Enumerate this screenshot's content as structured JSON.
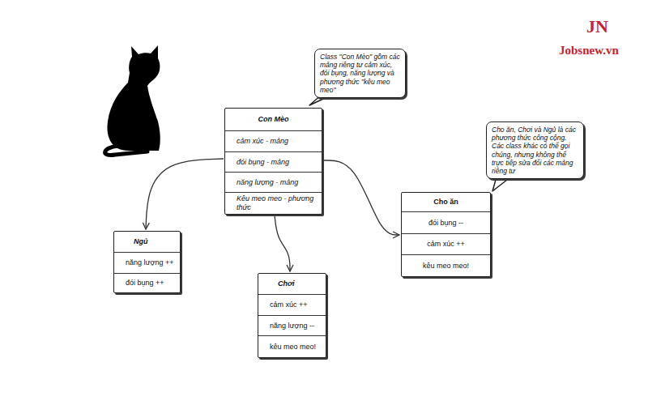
{
  "diagram": {
    "nodes": [
      {
        "text": [
          "Class \"Con Mèo\" gồm các mảng riêng tư cảm xúc, đói bụng, năng lượng và phương thức \"kêu meo meo\""
        ]
      },
      {
        "text": [
          "Con Mèo",
          "cảm xúc - mảng",
          "đói bụng - mảng",
          "năng lượng - mảng",
          "Kêu meo meo - phương thức"
        ]
      },
      {
        "text": [
          "Cho ăn, Chơi và Ngủ là các phương thức công cộng. Các class khác có thể gọi chúng, nhưng không thể trực tiếp sửa đổi các mảng riêng tư"
        ]
      },
      {
        "text": [
          "Cho ăn",
          "đói bụng --",
          "cảm xúc ++",
          "kêu meo meo!"
        ]
      },
      {
        "text": [
          "Ngủ",
          "năng lượng ++",
          "đói bụng ++"
        ]
      },
      {
        "text": [
          "Chơi",
          "cảm xúc ++",
          "năng lượng --",
          "kêu meo meo!"
        ]
      }
    ],
    "edges": [
      {
        "from": 1,
        "to": 4,
        "arrow": "to"
      },
      {
        "from": 1,
        "to": 5,
        "arrow": "to"
      },
      {
        "from": 1,
        "to": 3,
        "arrow": "to"
      }
    ],
    "labels": [
      "JN",
      "Jobsnew.vn"
    ]
  }
}
